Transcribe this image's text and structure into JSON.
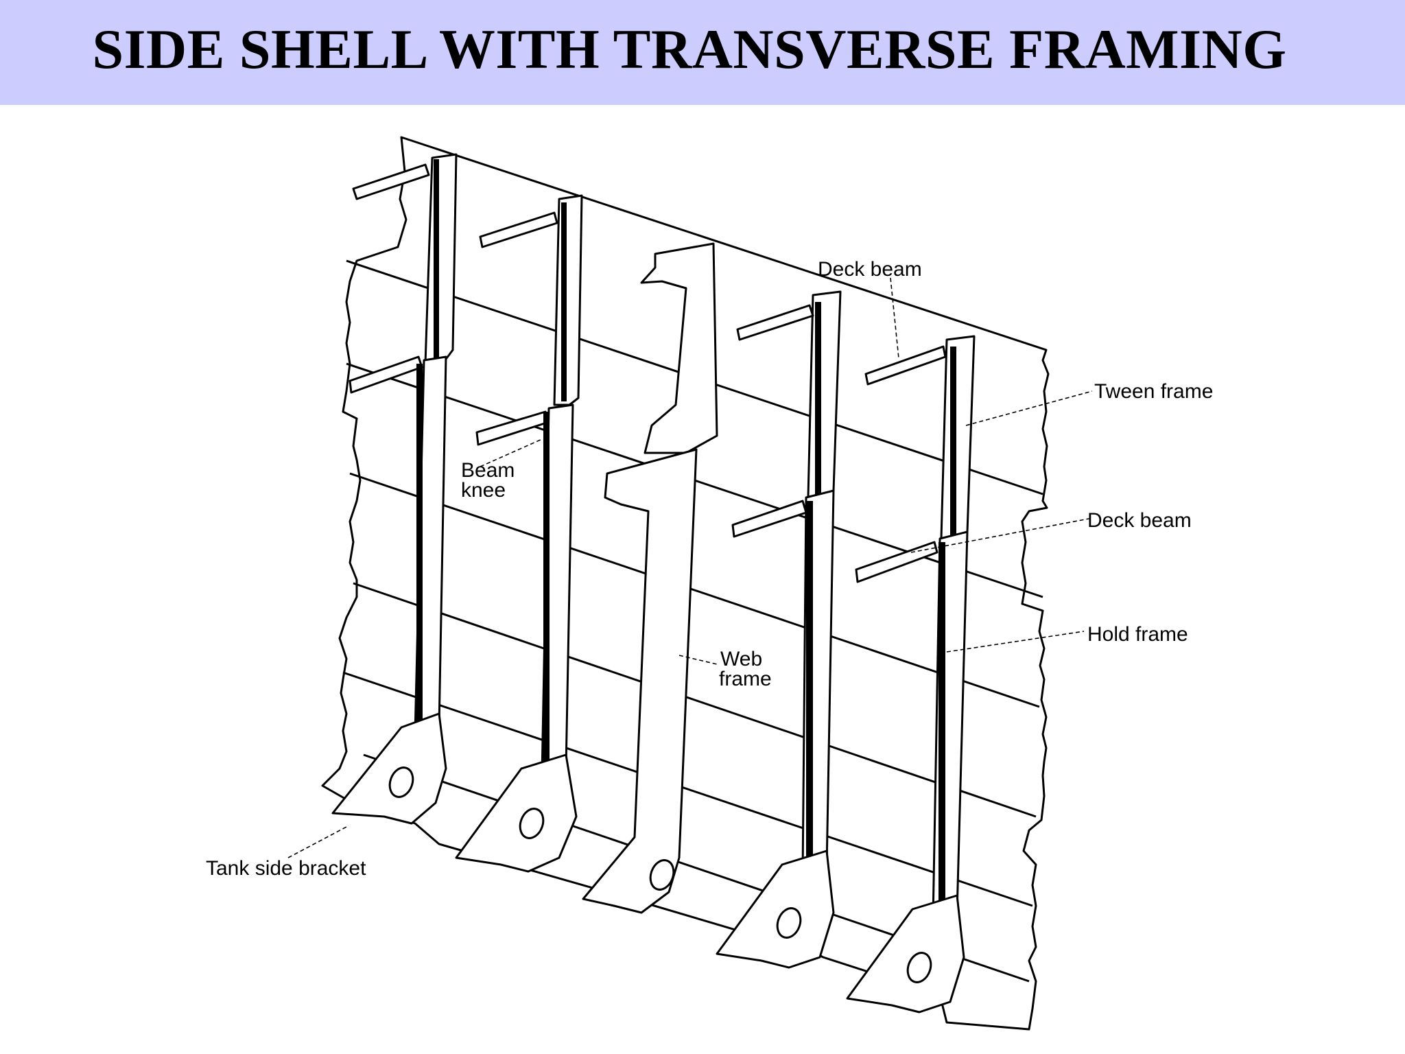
{
  "title": "SIDE SHELL WITH TRANSVERSE FRAMING",
  "colors": {
    "title_bar": "#ccccff",
    "text": "#000000",
    "background": "#ffffff"
  },
  "labels": {
    "deck_beam_upper": "Deck beam",
    "tween_frame": "Tween frame",
    "deck_beam_lower": "Deck beam",
    "hold_frame": "Hold frame",
    "beam_knee_1": "Beam",
    "beam_knee_2": "knee",
    "web_frame_1": "Web",
    "web_frame_2": "frame",
    "tank_side_bracket": "Tank side bracket"
  }
}
